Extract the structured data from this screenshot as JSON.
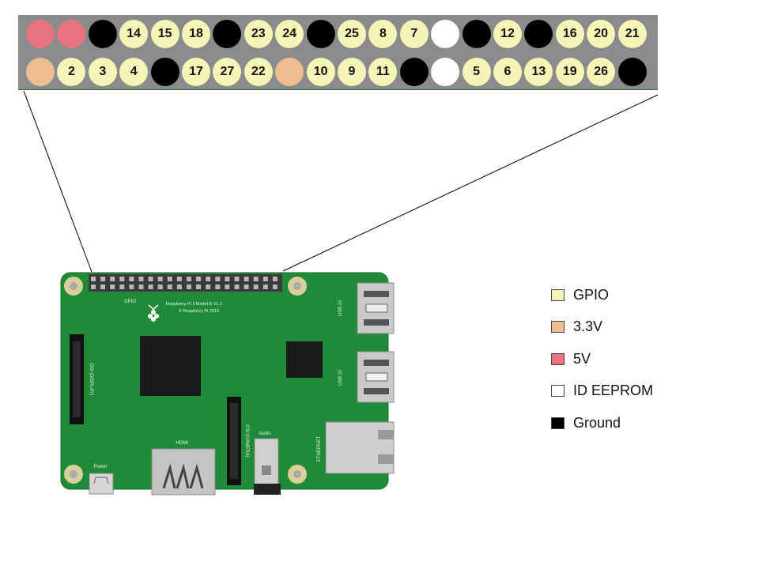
{
  "colors": {
    "gpio": "#f5f5b8",
    "v33": "#eebd90",
    "v5": "#e87281",
    "eeprom": "#ffffff",
    "ground": "#000000",
    "board": "#1f8a37",
    "header_bg": "#898b8d"
  },
  "header": {
    "top_row": [
      {
        "type": "v5",
        "label": ""
      },
      {
        "type": "v5",
        "label": ""
      },
      {
        "type": "ground",
        "label": ""
      },
      {
        "type": "gpio",
        "label": "14"
      },
      {
        "type": "gpio",
        "label": "15"
      },
      {
        "type": "gpio",
        "label": "18"
      },
      {
        "type": "ground",
        "label": ""
      },
      {
        "type": "gpio",
        "label": "23"
      },
      {
        "type": "gpio",
        "label": "24"
      },
      {
        "type": "ground",
        "label": ""
      },
      {
        "type": "gpio",
        "label": "25"
      },
      {
        "type": "gpio",
        "label": "8"
      },
      {
        "type": "gpio",
        "label": "7"
      },
      {
        "type": "eeprom",
        "label": ""
      },
      {
        "type": "ground",
        "label": ""
      },
      {
        "type": "gpio",
        "label": "12"
      },
      {
        "type": "ground",
        "label": ""
      },
      {
        "type": "gpio",
        "label": "16"
      },
      {
        "type": "gpio",
        "label": "20"
      },
      {
        "type": "gpio",
        "label": "21"
      }
    ],
    "bottom_row": [
      {
        "type": "v33",
        "label": ""
      },
      {
        "type": "gpio",
        "label": "2"
      },
      {
        "type": "gpio",
        "label": "3"
      },
      {
        "type": "gpio",
        "label": "4"
      },
      {
        "type": "ground",
        "label": ""
      },
      {
        "type": "gpio",
        "label": "17"
      },
      {
        "type": "gpio",
        "label": "27"
      },
      {
        "type": "gpio",
        "label": "22"
      },
      {
        "type": "v33",
        "label": ""
      },
      {
        "type": "gpio",
        "label": "10"
      },
      {
        "type": "gpio",
        "label": "9"
      },
      {
        "type": "gpio",
        "label": "11"
      },
      {
        "type": "ground",
        "label": ""
      },
      {
        "type": "eeprom",
        "label": ""
      },
      {
        "type": "gpio",
        "label": "5"
      },
      {
        "type": "gpio",
        "label": "6"
      },
      {
        "type": "gpio",
        "label": "13"
      },
      {
        "type": "gpio",
        "label": "19"
      },
      {
        "type": "gpio",
        "label": "26"
      },
      {
        "type": "ground",
        "label": ""
      }
    ]
  },
  "board": {
    "gpio_label": "GPIO",
    "model_line1": "Raspberry Pi 3 Model B V1.2",
    "model_line2": "© Raspberry Pi 2015",
    "usb_label_1": "USB 2x",
    "usb_label_2": "USB 2x",
    "dsi_label": "DSI (DISPLAY)",
    "csi_label": "CSI (CAMERA)",
    "hdmi_label": "HDMI",
    "audio_label": "Audio",
    "power_label": "Power",
    "ethernet_label": "ETHERNET"
  },
  "legend": [
    {
      "label": "GPIO",
      "type": "gpio"
    },
    {
      "label": "3.3V",
      "type": "v33"
    },
    {
      "label": "5V",
      "type": "v5"
    },
    {
      "label": "ID EEPROM",
      "type": "eeprom"
    },
    {
      "label": "Ground",
      "type": "ground"
    }
  ]
}
